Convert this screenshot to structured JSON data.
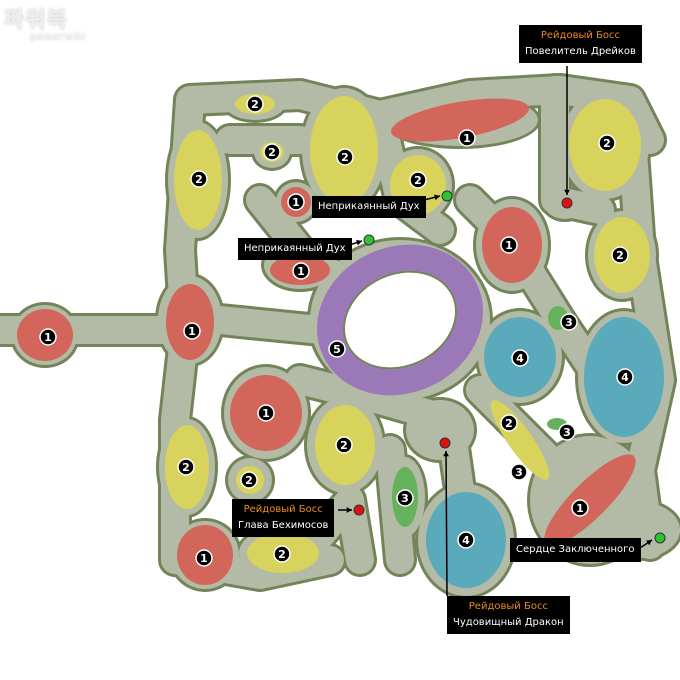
{
  "logo": {
    "korean": "파워북",
    "english": "powerwiki"
  },
  "colors": {
    "cave": "#b3bba6",
    "cave_border": "#738458",
    "zone1": "#d3665b",
    "zone2": "#d7d35c",
    "zone3": "#66b25c",
    "zone4": "#5aaabb",
    "zone5": "#9b79b9",
    "marker_green": "#2ec42e",
    "marker_red": "#e01010"
  },
  "zones": [
    1,
    1,
    2,
    2,
    2,
    2,
    1,
    1,
    2,
    1,
    1,
    2,
    2,
    4,
    4,
    3,
    3,
    5,
    2,
    3,
    1,
    2,
    2,
    2,
    1,
    2,
    3,
    4,
    1
  ],
  "labels": {
    "spirit_1": {
      "name": "Неприкаянный Дух"
    },
    "spirit_2": {
      "name": "Неприкаянный Дух"
    },
    "boss_drakes": {
      "type": "Рейдовый Босс",
      "name": "Повелитель Дрейков"
    },
    "boss_behemoth": {
      "type": "Рейдовый Босс",
      "name": "Глава Бехимосов"
    },
    "boss_dragon": {
      "type": "Рейдовый Босс",
      "name": "Чудовищный Дракон"
    },
    "heart": {
      "name": "Сердце Заключенного"
    }
  }
}
